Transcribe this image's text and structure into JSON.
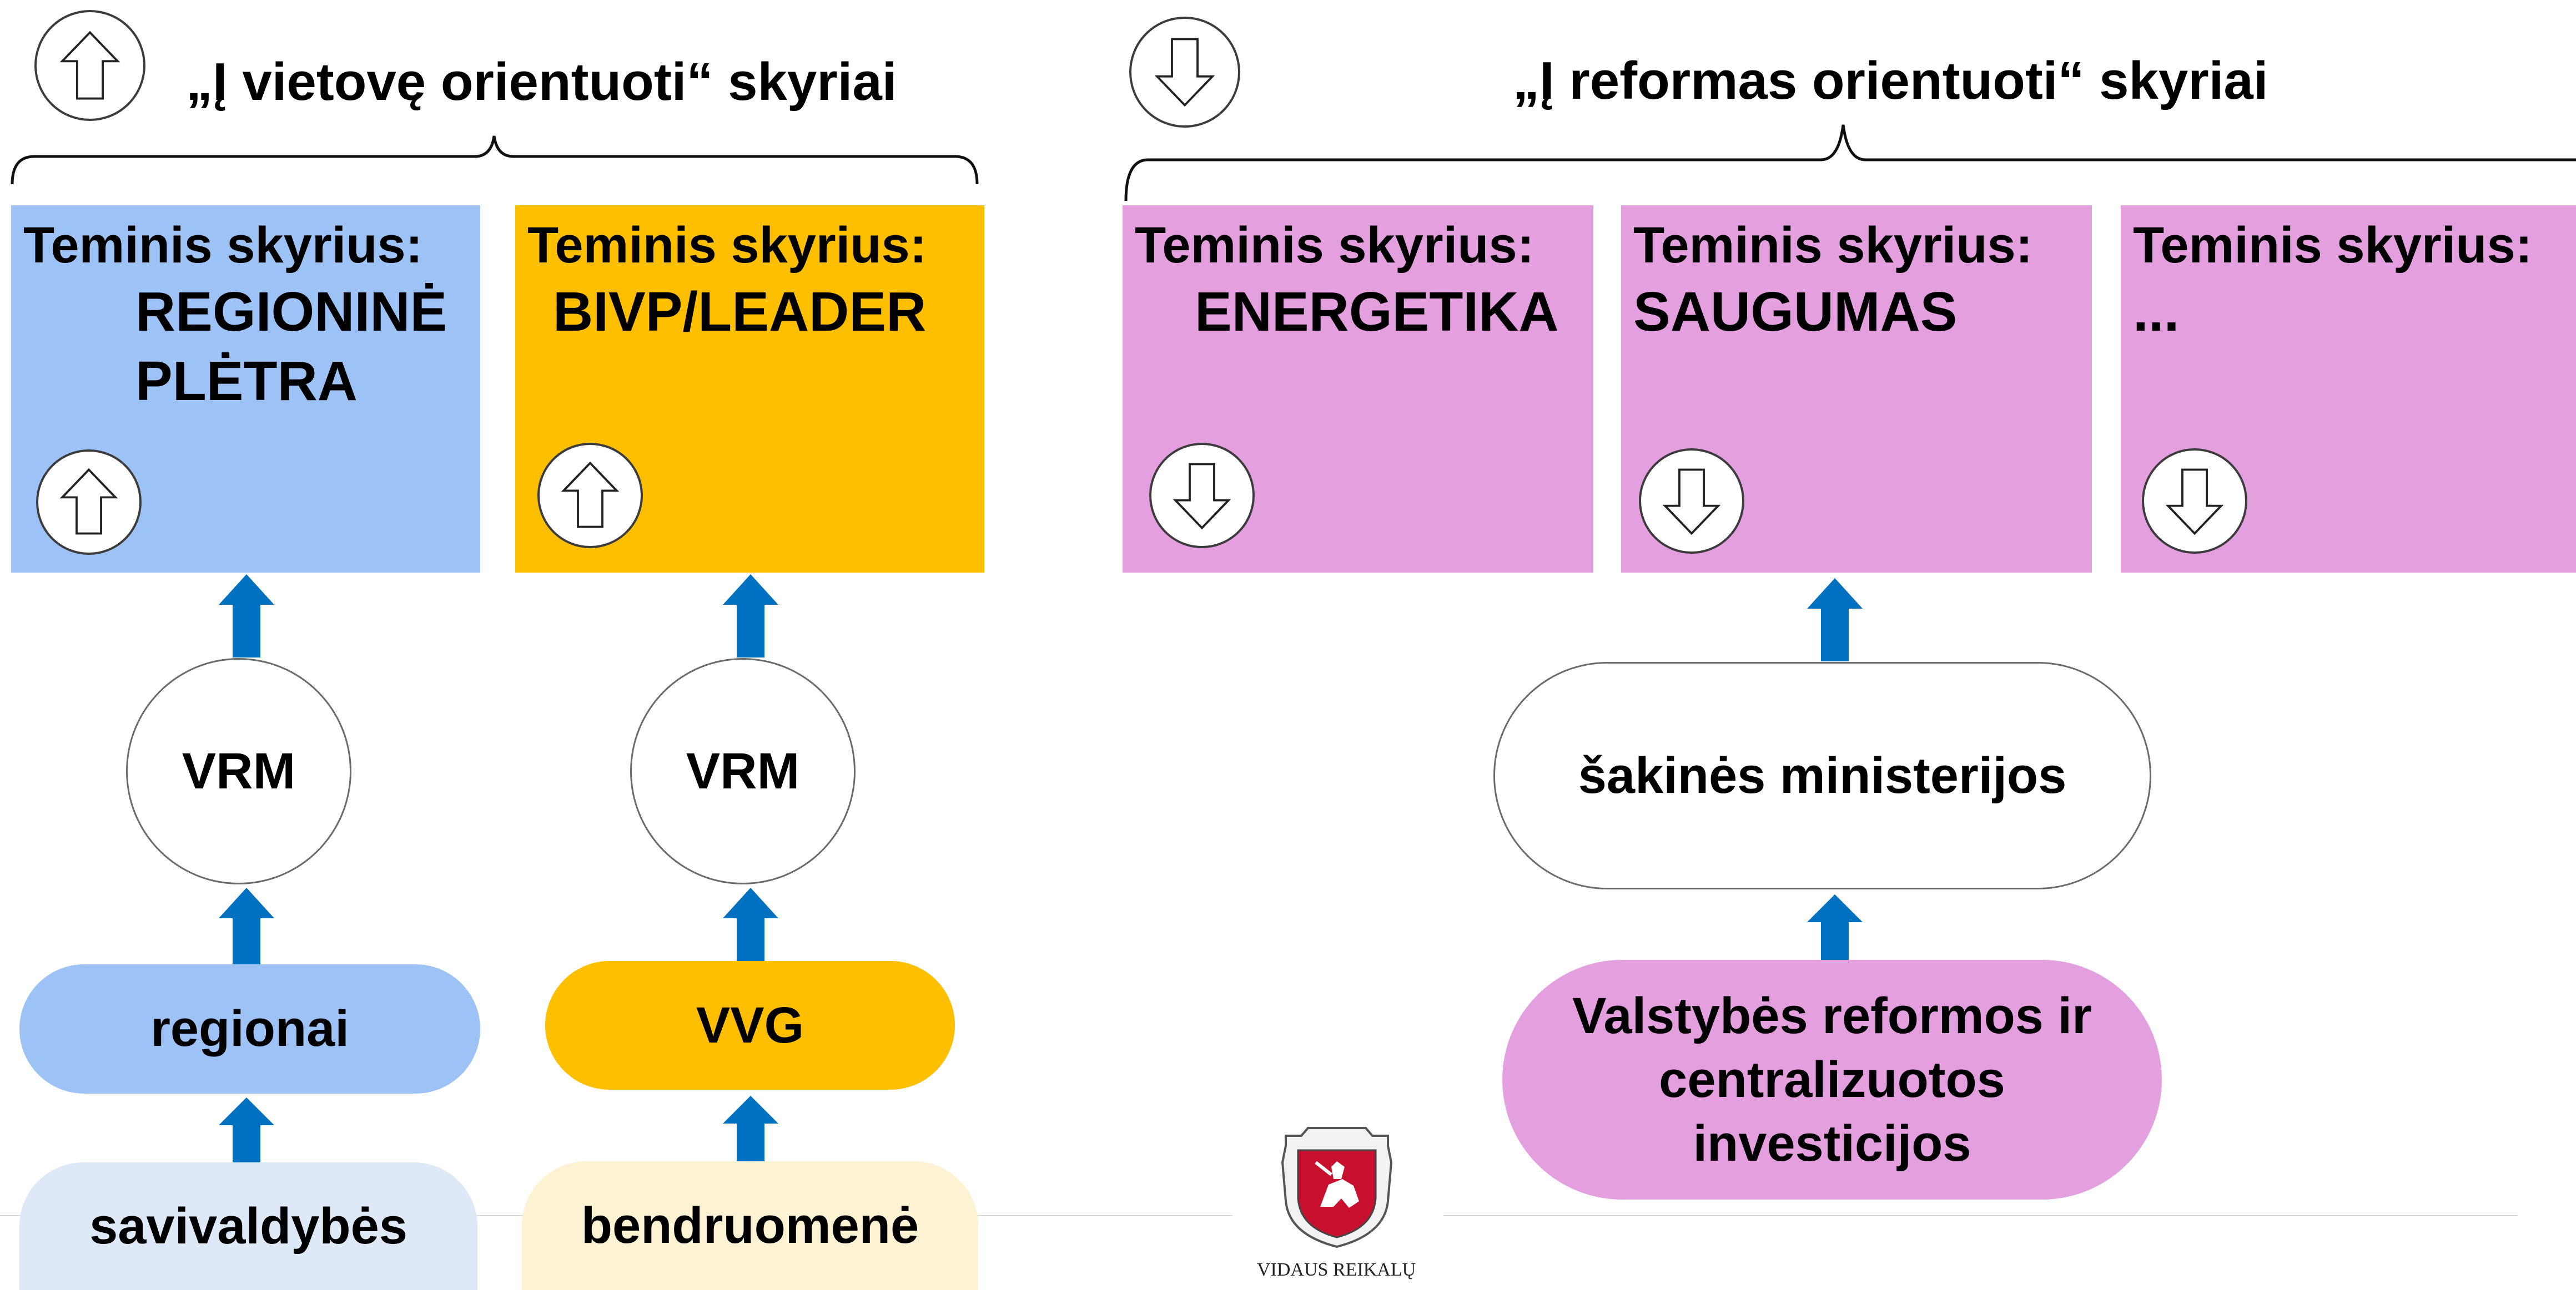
{
  "sections": {
    "left_title": "„Į vietovę orientuoti“ skyriai",
    "right_title": "„Į reformas orientuoti“ skyriai"
  },
  "columns": [
    {
      "label": "Teminis skyrius:",
      "topic_line1": "REGIONINĖ",
      "topic_line2": "PLĖTRA",
      "color": "#9dc3f6",
      "direction": "up",
      "node": "VRM",
      "level2": "regionai",
      "level3": "savivaldybės",
      "level2_color": "#9dc3f6",
      "level3_color": "#dde9f6"
    },
    {
      "label": "Teminis skyrius:",
      "topic_line1": "BIVP/LEADER",
      "color": "#fdbf00",
      "direction": "up",
      "node": "VRM",
      "level2": "VVG",
      "level3": "bendruomenė",
      "level2_color": "#fdbf00",
      "level3_color": "#fdf2d2"
    },
    {
      "label": "Teminis skyrius:",
      "topic_line1": "ENERGETIKA",
      "color": "#e39fde",
      "direction": "down"
    },
    {
      "label": "Teminis skyrius:",
      "topic_line1": "SAUGUMAS",
      "color": "#e39fde",
      "direction": "down",
      "node": "šakinės ministerijos",
      "level2_line1": "Valstybės reformos ir",
      "level2_line2": "centralizuotos",
      "level2_line3": "investicijos",
      "level2_color": "#e39fde"
    },
    {
      "label": "Teminis skyrius:",
      "topic_line1": "...",
      "color": "#e39fde",
      "direction": "down"
    }
  ],
  "icons": {
    "left_header": "up-arrow-icon",
    "right_header": "down-arrow-icon",
    "flow_arrow_color": "#0070c0"
  },
  "logo": {
    "caption": "VIDAUS REIKALŲ",
    "name": "ministry-coat-of-arms"
  }
}
